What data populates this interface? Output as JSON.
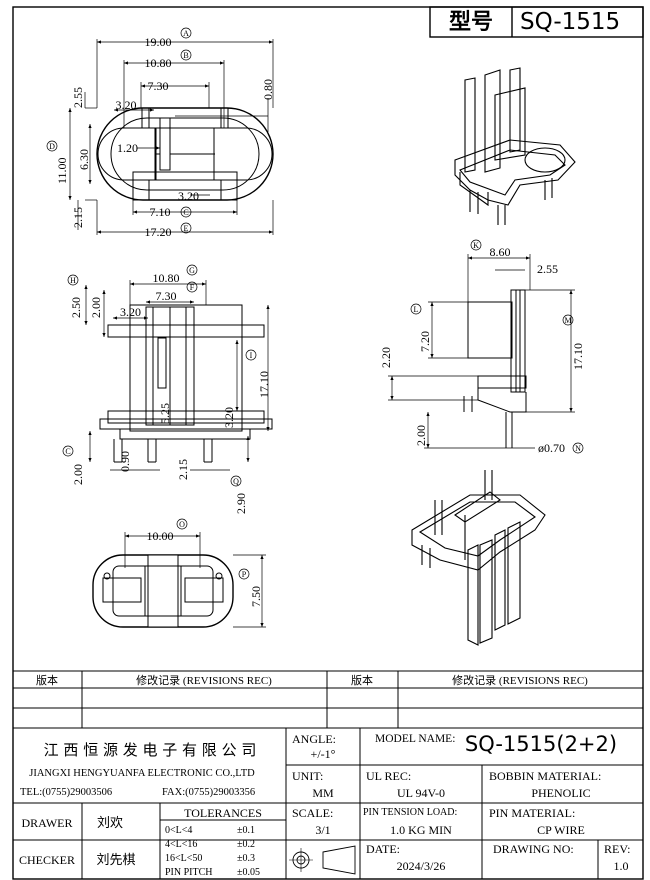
{
  "header": {
    "model_label": "型号",
    "model": "SQ-1515"
  },
  "dims": {
    "top": {
      "a": "19.00",
      "a_mark": "A",
      "b": "10.80",
      "b_mark": "B",
      "c": "7.30",
      "d": "3.20",
      "e": "2.55",
      "f": "0.80",
      "g": "1.20",
      "h": "6.30",
      "i": "11.00",
      "i_mark": "D",
      "j": "3.20",
      "k": "7.10",
      "k_mark": "C",
      "l": "2.15",
      "m": "17.20",
      "m_mark": "E"
    },
    "front": {
      "a": "10.80",
      "a_mark": "G",
      "b": "7.30",
      "b_mark": "F",
      "c": "3.20",
      "d": "2.50",
      "d_mark": "H",
      "e": "2.00",
      "f": "5.25",
      "g": "3.20",
      "h": "17.10",
      "h_mark": "I",
      "i": "2.00",
      "i_mark": "C",
      "j": "0.90",
      "k": "2.15",
      "l": "2.90",
      "l_mark": "Q"
    },
    "side": {
      "a": "8.60",
      "a_mark": "K",
      "b": "2.55",
      "c": "7.20",
      "c_mark": "L",
      "d": "17.10",
      "d_mark": "M",
      "e": "2.20",
      "f": "2.00",
      "g": "ø0.70",
      "g_mark": "N"
    },
    "bottom": {
      "a": "10.00",
      "a_mark": "O",
      "b": "7.50",
      "b_mark": "P"
    }
  },
  "revisions": {
    "col1": "版本",
    "col2": "修改记录 (REVISIONS REC)",
    "col3": "版本",
    "col4": "修改记录 (REVISIONS REC)"
  },
  "company": {
    "cn": "江 西 恒 源 发 电 子 有 限 公 司",
    "en": "JIANGXI HENGYUANFA ELECTRONIC CO.,LTD",
    "tel": "TEL:(0755)29003506",
    "fax": "FAX:(0755)29003356"
  },
  "title_block": {
    "angle_label": "ANGLE:",
    "angle": "+/-1°",
    "model_name_label": "MODEL NAME:",
    "model_name": "SQ-1515(2+2)",
    "unit_label": "UNIT:",
    "unit": "MM",
    "ul_label": "UL REC:",
    "ul": "UL 94V-0",
    "bobbin_label": "BOBBIN MATERIAL:",
    "bobbin": "PHENOLIC",
    "drawer_label": "DRAWER",
    "drawer": "刘欢",
    "checker_label": "CHECKER",
    "checker": "刘先棋",
    "tol_label": "TOLERANCES",
    "tol": [
      {
        "r": "0<L<4",
        "v": "±0.1"
      },
      {
        "r": "4<L<16",
        "v": "±0.2"
      },
      {
        "r": "16<L<50",
        "v": "±0.3"
      },
      {
        "r": "PIN PITCH",
        "v": "±0.05"
      }
    ],
    "scale_label": "SCALE:",
    "scale": "3/1",
    "pin_tension_label": "PIN TENSION LOAD:",
    "pin_tension": "1.0 KG MIN",
    "pin_mat_label": "PIN MATERIAL:",
    "pin_mat": "CP WIRE",
    "date_label": "DATE:",
    "date": "2024/3/26",
    "drawing_no_label": "DRAWING NO:",
    "rev_label": "REV:",
    "rev": "1.0"
  }
}
